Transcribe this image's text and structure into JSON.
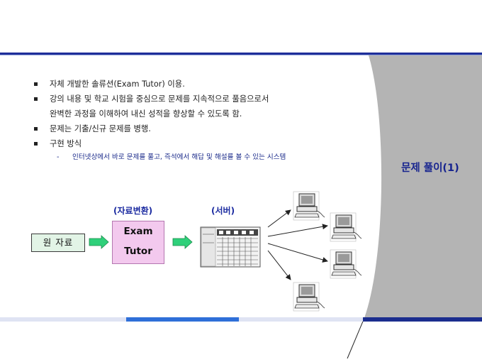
{
  "slide": {
    "title": "문제 풀이(1)",
    "bullets": [
      {
        "text": "자체 개발한 솔류션(Exam Tutor) 이용."
      },
      {
        "text": "강의 내용 및 학교 시험을 중심으로 문제를 지속적으로 풀음으로서",
        "cont": "완벽한 과정을 이해하여 내신 성적을 향상할 수 있도록 함."
      },
      {
        "text": "문제는 기출/신규 문제를 병행."
      },
      {
        "text": "구현 방식"
      }
    ],
    "sub_bullet": {
      "dash": "-",
      "text": "인터넷상에서 바로 문제를 풀고, 즉석에서 해답 및 해설를 볼 수 있는 시스템"
    }
  },
  "diagram": {
    "raw_label": "원 자료",
    "convert_label": "(자료변환)",
    "server_label": "(서버)",
    "exam_line1": "Exam",
    "exam_line2": "Tutor"
  },
  "colors": {
    "title": "#17248f",
    "rule": "#1f2f9a",
    "panel_gray": "#b4b4b4",
    "arrow_green": "#2fd07a"
  }
}
